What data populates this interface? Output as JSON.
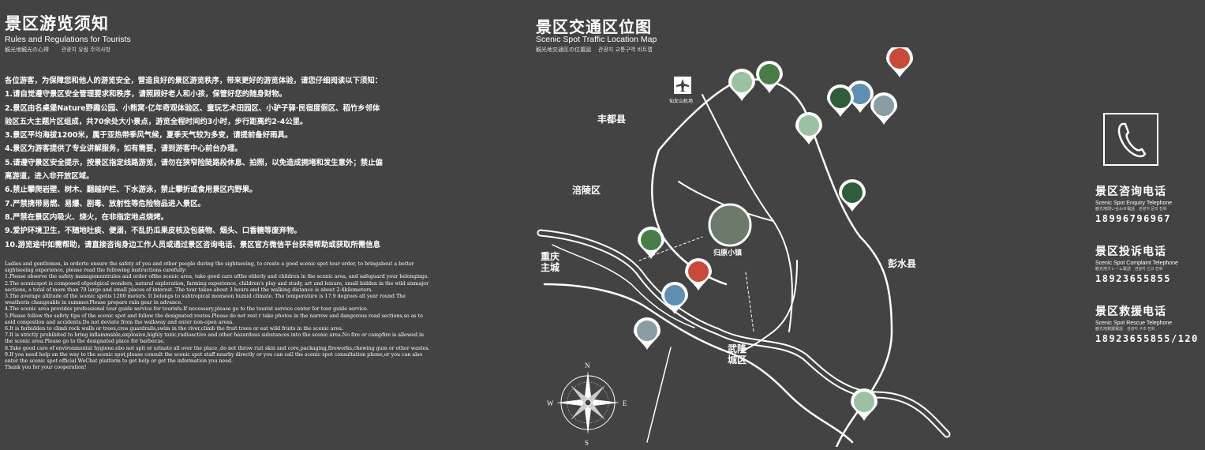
{
  "left": {
    "title": "景区游览须知",
    "subtitle": "Rules and Regulations for Tourists",
    "subtitle_jp": "観光地観光の心得",
    "subtitle_kr": "관광지 유람 주의사항",
    "cn_rules": [
      "各位游客，为保障您和他人的游览安全，营造良好的景区游览秩序，带来更好的游览体验，请您仔细阅读以下须知：",
      "1.请自觉遵守景区安全管理要求和秩序，请照顾好老人和小孩，保管好您的随身财物。",
      "2.景区由名桌堡Nature野趣公园、小熊窝·亿年奇观体验区、童玩艺术田园区、小驴子驿·民宿度假区、稻竹乡邻体",
      "验区五大主题片区组成，共70余处大小景点，游览全程时间约3小时，步行距离约2-4公里。",
      "3.景区平均海拔1200米，属于亚热带季风气候，夏季天气较为多变，请提前备好雨具。",
      "4.景区为游客提供了专业讲解服务，如有需要，请到游客中心前台办理。",
      "5.请遵守景区安全提示，按景区指定线路游览，请勿在狭窄险陡路段休息、拍照，以免造成拥堵和发生意外；禁止偏",
      "离游道，进入非开放区域。",
      "6.禁止攀爬岩壁、树木、翻越护栏、下水游泳，禁止攀折或食用景区内野果。",
      "7.严禁携带易燃、易爆、剧毒、放射性等危险物品进入景区。",
      "8.严禁在景区内吸火、烧火，在非指定地点烧烤。",
      "9.爱护环境卫生，不随地吐痰、便溺，不乱扔瓜果皮核及包装物、烟头、口香糖等废弃物。",
      "10.游览途中如需帮助，请直接咨询身边工作人员或通过景区咨询电话、景区官方微信平台获得帮助或获取所需信息"
    ],
    "en_rules": [
      "Ladies and gentlemen, in orderto ensure the safety of you and other people during the sightseeing, to create a good scenic spot tour order, to bringabout a better sightseeing experience, please read the following instructions carefully:",
      "1.Please observe the safety managementrules and order ofthe scenic area, take good care ofthe elderly and children in the scenic area, and safeguard your belongings.",
      "2.The scenicspot is composed ofgeolgical wonders, natural exploration, farming experience, children's play and study, art and leisure, small hidden in the wild sixmajor sections, a total of more than 70 large and small places of interest. The tour takes about 3 hours and the walking distance is about 2-4kilometers.",
      "3.The average altitude of the scenic spotis 1200 meters. It belongs to subtropical monsoon humid climate. The temperature is 17.9 degrees all year round The weatheris changeable in summer.Please prepare rain gear in advance.",
      "4.The scenic area provides professional tour guide service for tourists.If necessary,please go to the tourist service center for tour guide service.",
      "5.Please follow the safety tips of the scenic spot and follow the designated routes.Please do not rest r take photos in the narrow and dangerous road sections,so as to aoid congestion and accidents.Do not deviate from the walkway and enter non-open areas.",
      "6.It is forbidden to climb rock walls or trees,cros guardrails,swim in the river,climb the fruit trees or eat wild fruits in the scenic area.",
      "7.It is strictly prohibited to bring inflammable,explosive,highly toxic,radioactive and other hazardous substances into the scenic area.No fire or campfire is allowed in the scenic area.Please go to the designated place for barbecue.",
      "8.Take good care of environmental hygiene.ebo not spit or urinate all over the place ,do not throw ruit skin and core,packaging,fireworks,chewing gum or other wastes.",
      "9.If you need help on the way to the scenic spot,please consult the scenic spot staff nearby directly or you can call the scenic spot consultation phone,or you can also enter the scenic spot official WeChat platform to get help or get the information you need.",
      "Thank you for your cooperation!"
    ]
  },
  "map": {
    "title": "景区交通区位图",
    "subtitle": "Scenic Spot Traffic Location Map",
    "subtitle_jp": "観光地交通区の位置図",
    "subtitle_kr": "관광지 교통구역 비트맵",
    "regions": {
      "fengdu": "丰都县",
      "fuling": "涪陵区",
      "pengshui": "彭水县",
      "chongqing": "重庆主城",
      "wulong": "武隆城区",
      "xiannv_airport": "仙女山机场",
      "guimeng": "归原小镇"
    },
    "compass": {
      "n": "N",
      "s": "S",
      "w": "W",
      "e": "E"
    },
    "pin_colors": [
      "#9bc2a0",
      "#4a7c48",
      "#c94a3a",
      "#5e8fb0",
      "#8a9da5",
      "#2f5d3a"
    ]
  },
  "contacts": {
    "icon": "phone-icon",
    "items": [
      {
        "title": "景区咨询电话",
        "en": "Scenic Spot Enquiry Telephone",
        "small": "観光地問い合わせ電話　관광지 문의 전화",
        "number": "18996796967"
      },
      {
        "title": "景区投诉电话",
        "en": "Scenic Spot Complaint Telephone",
        "small": "観光地クレーム電話　관광지 신고 전화",
        "number": "18923655855"
      },
      {
        "title": "景区救援电话",
        "en": "Scenic Spot Rescue Telephone",
        "small": "観光地救援電話　관광지 구조 전화",
        "number": "18923655855/120"
      }
    ]
  }
}
